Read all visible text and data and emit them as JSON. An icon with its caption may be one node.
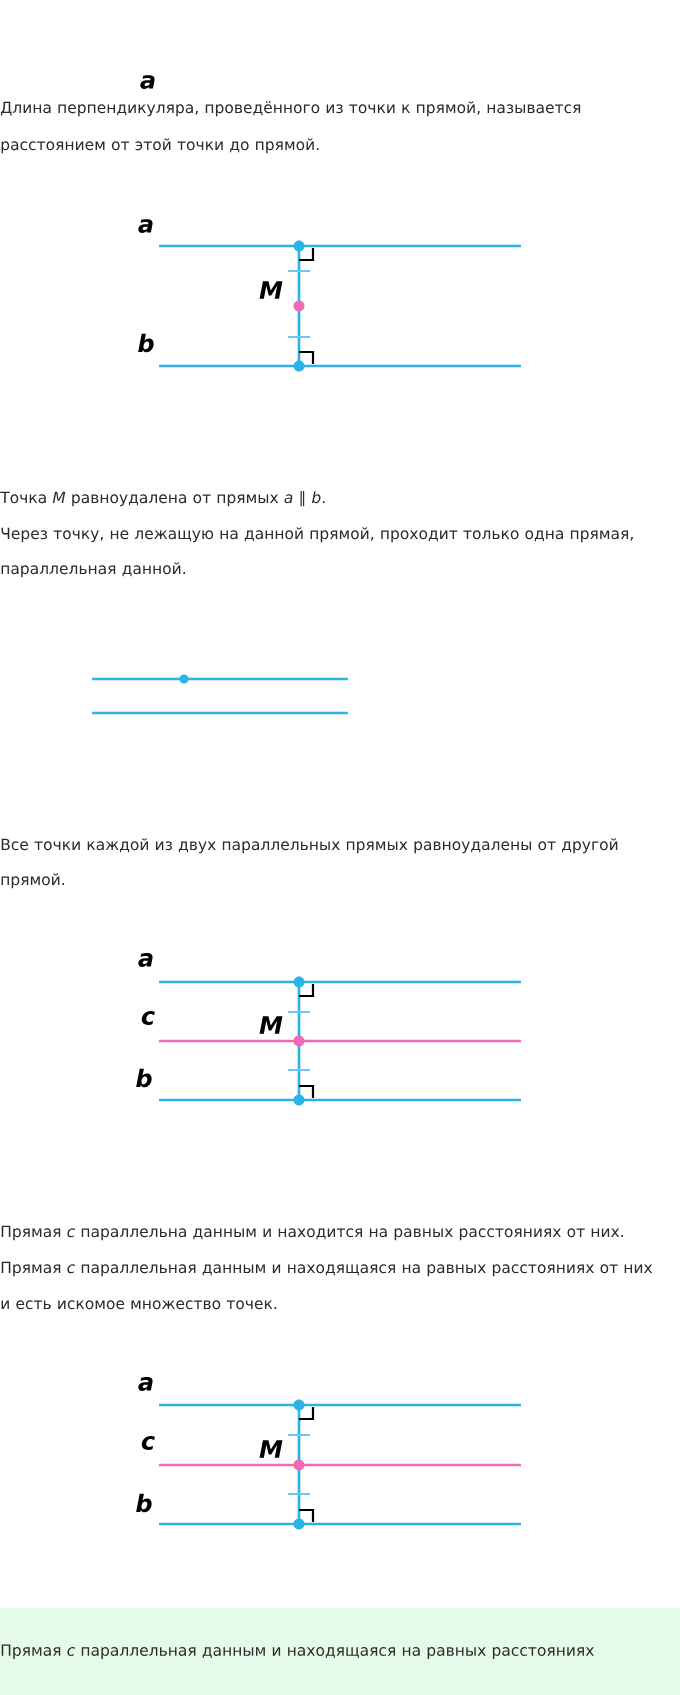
{
  "diagram": {
    "nodes": [
      {
        "text": [
          "Прямая *c* параллельная данным и находящаяся на равных расстояниях"
        ]
      }
    ],
    "labels": [
      "a",
      "Длина перпендикуляра, проведённого из точки к прямой, называется расстоянием от этой точки до прямой.",
      "a",
      "M",
      "b",
      "Точка *M* равноудалена от прямых *a* ∥ *b*.",
      "Через точку, не лежащую на данной прямой, проходит только одна прямая, параллельная данной.",
      "Все точки каждой из двух параллельных прямых равноудалены от другой прямой.",
      "a",
      "c",
      "M",
      "b",
      "Прямая *c* параллельна данным и находится на равных расстояниях от них.",
      "Прямая *c* параллельная данным и находящаяся на равных расстояниях от них и есть искомое множество точек.",
      "a",
      "c",
      "M",
      "b"
    ]
  }
}
